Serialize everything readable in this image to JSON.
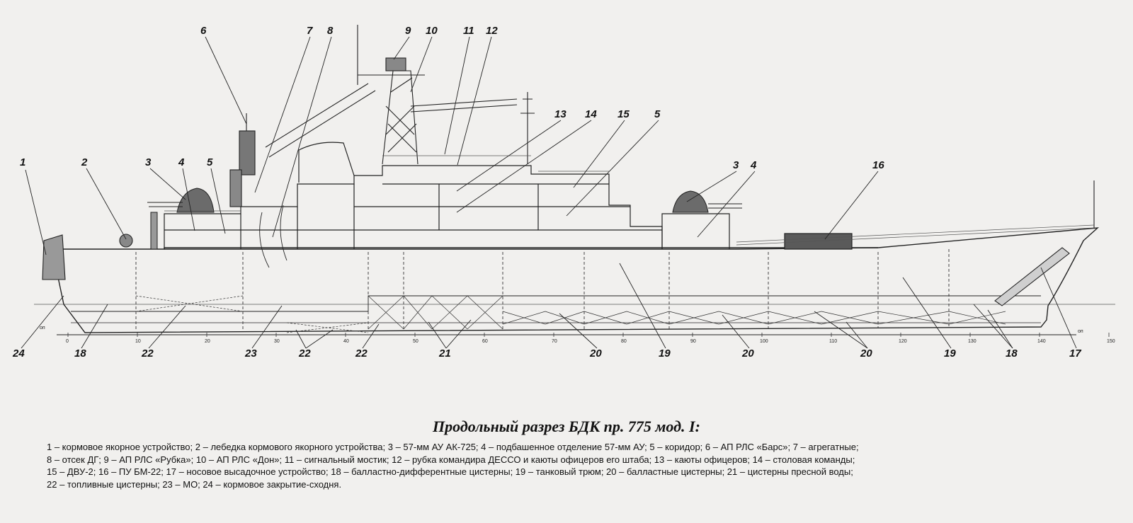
{
  "title": "Продольный разрез БДК пр. 775 мод. I:",
  "legend_lines": [
    "1 – кормовое якорное устройство; 2 – лебедка кормового якорного устройства; 3 – 57-мм АУ АК-725; 4 – подбашенное отделение 57-мм АУ; 5 – коридор; 6 – АП РЛС «Барс»; 7 – агрегатные;",
    "8 – отсек ДГ; 9 – АП РЛС «Рубка»; 10 – АП РЛС «Дон»; 11 – сигнальный мостик; 12 – рубка командира ДЕССО и каюты офицеров его штаба; 13 – каюты офицеров; 14 – столовая команды;",
    "15 – ДВУ-2; 16 – ПУ БМ-22; 17 – носовое высадочное устройство; 18 – балластно-дифферентные цистерны; 19 – танковый трюм; 20 – балластные цистерны; 21 – цистерны пресной воды;",
    "22 – топливные цистерны; 23 – МО; 24 – кормовое закрытие-сходня."
  ],
  "baseline_label": "оп",
  "frame_ticks": [
    "0",
    "10",
    "20",
    "30",
    "40",
    "50",
    "60",
    "70",
    "80",
    "90",
    "100",
    "110",
    "120",
    "130",
    "140",
    "150"
  ],
  "callouts_top": [
    "1",
    "2",
    "3",
    "4",
    "5",
    "6",
    "7",
    "8",
    "9",
    "10",
    "11",
    "12",
    "13",
    "14",
    "15",
    "5",
    "3",
    "4",
    "16"
  ],
  "callouts_bottom": [
    "24",
    "18",
    "22",
    "23",
    "22",
    "22",
    "21",
    "20",
    "19",
    "20",
    "20",
    "19",
    "18",
    "17"
  ]
}
